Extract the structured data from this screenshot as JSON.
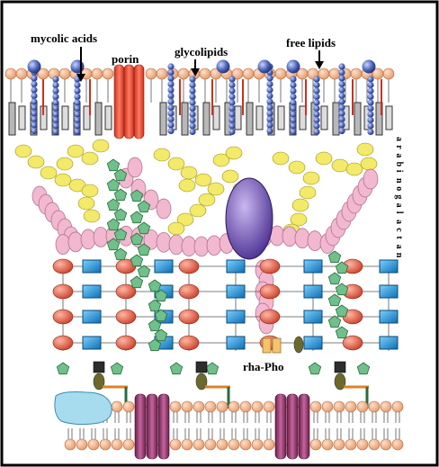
{
  "labels": {
    "mycolic_acids": "mycolic acids",
    "porin": "porin",
    "glycolipids": "glycolipids",
    "free_lipids": "free lipids",
    "arabinogalactan_letters": [
      "a",
      "r",
      "a",
      "b",
      "i",
      "n",
      "o",
      "g",
      "a",
      "l",
      "a",
      "c",
      "t",
      "a",
      "n"
    ],
    "rha_pho": "rha-Pho"
  },
  "colors": {
    "frame": "#000000",
    "lipid_head": "#f5b48a",
    "lipid_outline": "#b06a3c",
    "mycolic_bead": "#4a63b8",
    "mycolic_bead_light": "#8fa3e6",
    "lipid_tail_fill": "#b8b8b8",
    "porin": "#e8543c",
    "arabinose": "#f2ea68",
    "galactan": "#f2b8cf",
    "galactan_outline": "#a86a88",
    "oval_protein": "#6d4fb0",
    "peptidoglycan_red": "#e36048",
    "peptidoglycan_blue": "#1f9ae0",
    "green_pentagon": "#6fc08a",
    "membrane_protein": "#a0416e",
    "blue_blob": "#a7dcef",
    "rha_square": "#f3c46c",
    "linker": "#d9832a"
  },
  "icons": [
    "mycolic-acid-bead-chain",
    "porin-channel",
    "lipid-head",
    "galactan-bead",
    "arabinose-bead",
    "peptidoglycan-ring",
    "peptidoglycan-square",
    "green-pentagon",
    "transmembrane-protein",
    "glycoprotein-oval"
  ]
}
